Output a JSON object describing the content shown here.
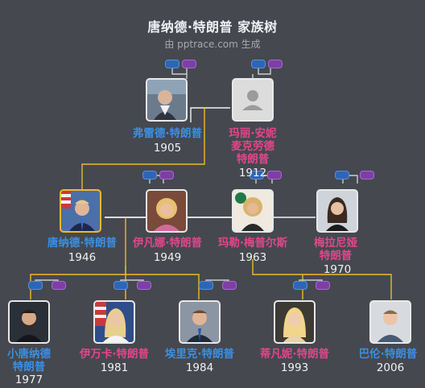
{
  "header": {
    "title": "唐纳德·特朗普 家族树",
    "subtitle": "由 pptrace.com 生成"
  },
  "people": {
    "fred": {
      "name_lines": [
        "弗雷德·特朗普"
      ],
      "year": "1905",
      "gender": "male",
      "icon": "portrait-photo"
    },
    "mary": {
      "name_lines": [
        "玛丽·安妮",
        "麦克劳德",
        "特朗普"
      ],
      "year": "1912",
      "gender": "female",
      "icon": "person-placeholder-icon"
    },
    "donald": {
      "name_lines": [
        "唐纳德·特朗普"
      ],
      "year": "1946",
      "gender": "male",
      "icon": "portrait-photo",
      "selected": true
    },
    "ivana": {
      "name_lines": [
        "伊凡娜·特朗普"
      ],
      "year": "1949",
      "gender": "female",
      "icon": "portrait-photo"
    },
    "marla": {
      "name_lines": [
        "玛勒·梅普尔斯"
      ],
      "year": "1963",
      "gender": "female",
      "icon": "portrait-photo"
    },
    "melania": {
      "name_lines": [
        "梅拉尼娅",
        "特朗普"
      ],
      "year": "1970",
      "gender": "female",
      "icon": "portrait-photo"
    },
    "donjr": {
      "name_lines": [
        "小唐纳德",
        "特朗普"
      ],
      "year": "1977",
      "gender": "male",
      "icon": "portrait-photo"
    },
    "ivanka": {
      "name_lines": [
        "伊万卡·特朗普"
      ],
      "year": "1981",
      "gender": "female",
      "icon": "portrait-photo"
    },
    "eric": {
      "name_lines": [
        "埃里克·特朗普"
      ],
      "year": "1984",
      "gender": "male",
      "icon": "portrait-photo"
    },
    "tiffany": {
      "name_lines": [
        "蒂凡妮·特朗普"
      ],
      "year": "1993",
      "gender": "female",
      "icon": "portrait-photo"
    },
    "barron": {
      "name_lines": [
        "巴伦·特朗普"
      ],
      "year": "2006",
      "gender": "male",
      "icon": "portrait-photo"
    }
  },
  "colors": {
    "background": "#45484e",
    "male_name": "#3a8fe6",
    "female_name": "#e0478c",
    "line": "#f0b82d",
    "line_muted": "#c9ccd1",
    "toggle_blue": "#2d66b5",
    "toggle_purple": "#7d3fa6"
  }
}
